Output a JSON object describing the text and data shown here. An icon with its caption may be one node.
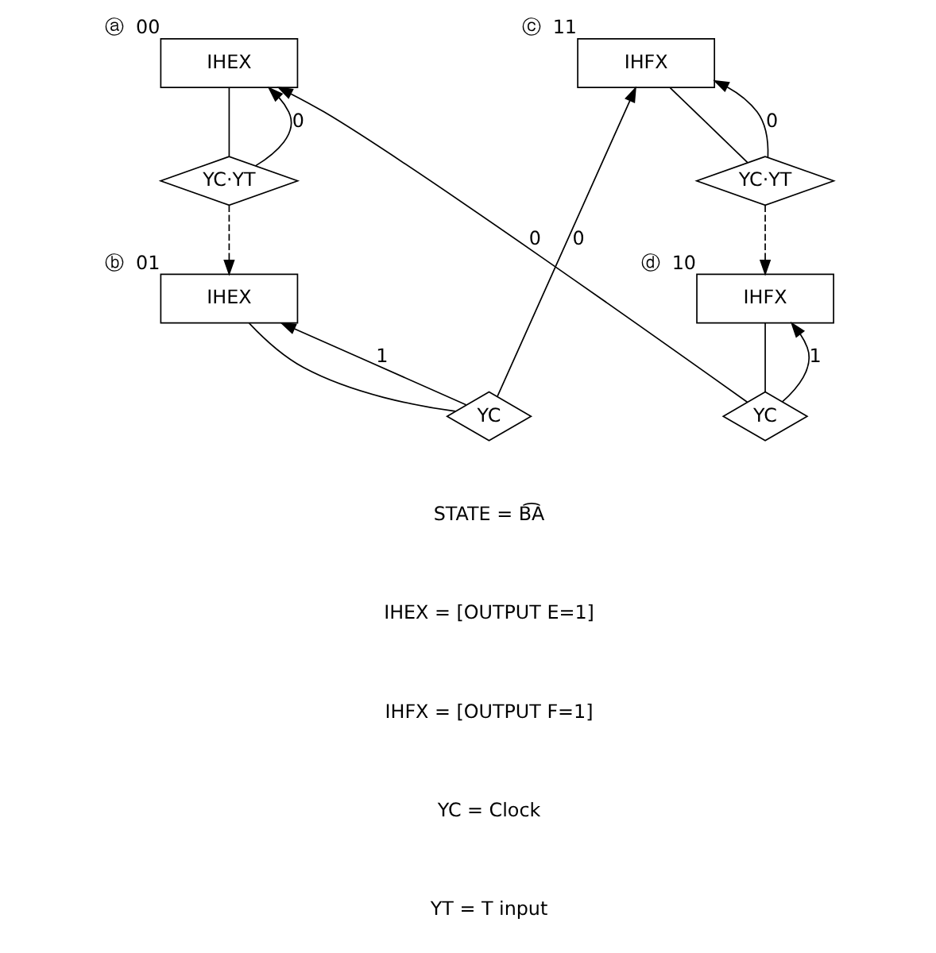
{
  "diagram": {
    "nodes": [
      {
        "text": [
          "IHEX"
        ],
        "beside": [
          "ⓐ",
          "00"
        ]
      },
      {
        "text": [
          "YC·YT"
        ]
      },
      {
        "text": [
          "IHEX"
        ],
        "beside": [
          "ⓑ",
          "01"
        ]
      },
      {
        "text": [
          "YC"
        ]
      },
      {
        "text": [
          "IHFX"
        ],
        "beside": [
          "ⓒ",
          "11"
        ]
      },
      {
        "text": [
          "YC·YT"
        ]
      },
      {
        "text": [
          "IHFX"
        ],
        "beside": [
          "ⓓ",
          "10"
        ]
      },
      {
        "text": [
          "YC"
        ]
      }
    ],
    "edges": [
      {
        "from": 0,
        "to": 1,
        "arrow": "none"
      },
      {
        "from": 1,
        "to": 0,
        "arrow": "to",
        "label": "0"
      },
      {
        "from": 1,
        "to": 2,
        "arrow": "to",
        "style": "dashed"
      },
      {
        "from": 2,
        "to": 3,
        "arrow": "none"
      },
      {
        "from": 3,
        "to": 2,
        "arrow": "to",
        "label": "1"
      },
      {
        "from": 3,
        "to": 4,
        "arrow": "to",
        "label": "0"
      },
      {
        "from": 4,
        "to": 5,
        "arrow": "none"
      },
      {
        "from": 5,
        "to": 4,
        "arrow": "to",
        "label": "0"
      },
      {
        "from": 5,
        "to": 6,
        "arrow": "to",
        "style": "dashed"
      },
      {
        "from": 6,
        "to": 7,
        "arrow": "none"
      },
      {
        "from": 7,
        "to": 6,
        "arrow": "to",
        "label": "1"
      },
      {
        "from": 7,
        "to": 0,
        "arrow": "to",
        "label": "0"
      }
    ],
    "labels": [
      "STATE = B͡A",
      "IHEX = [OUTPUT E=1]",
      "IHFX = [OUTPUT F=1]",
      "YC = Clock",
      "YT = T input"
    ]
  }
}
